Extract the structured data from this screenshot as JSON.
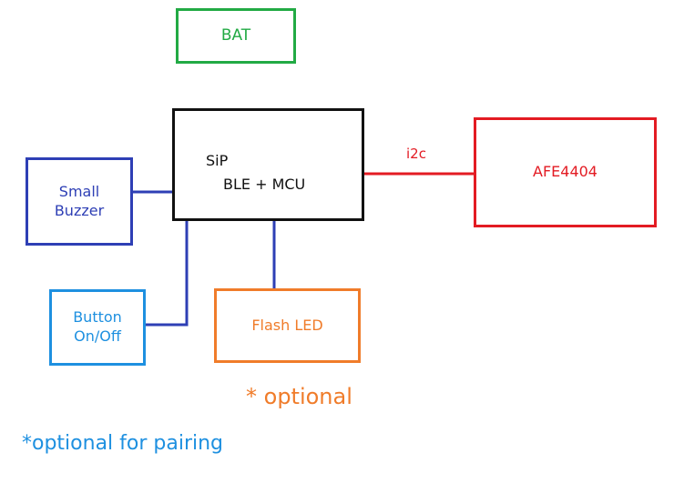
{
  "blocks": {
    "bat": {
      "label": "BAT",
      "color": "#22aa44"
    },
    "sip": {
      "line1": "SiP",
      "line2": "BLE + MCU",
      "color": "#111111"
    },
    "afe": {
      "label": "AFE4404",
      "color": "#e31b23"
    },
    "buzzer": {
      "line1": "Small",
      "line2": "Buzzer",
      "color": "#2e3fb5"
    },
    "button": {
      "line1": "Button",
      "line2": "On/Off",
      "color": "#1e90e0"
    },
    "flash_led": {
      "label": "Flash LED",
      "color": "#f07c2a"
    }
  },
  "connections": {
    "i2c_label": "i2c"
  },
  "notes": {
    "optional": "* optional",
    "optional_pairing": "*optional for pairing"
  }
}
